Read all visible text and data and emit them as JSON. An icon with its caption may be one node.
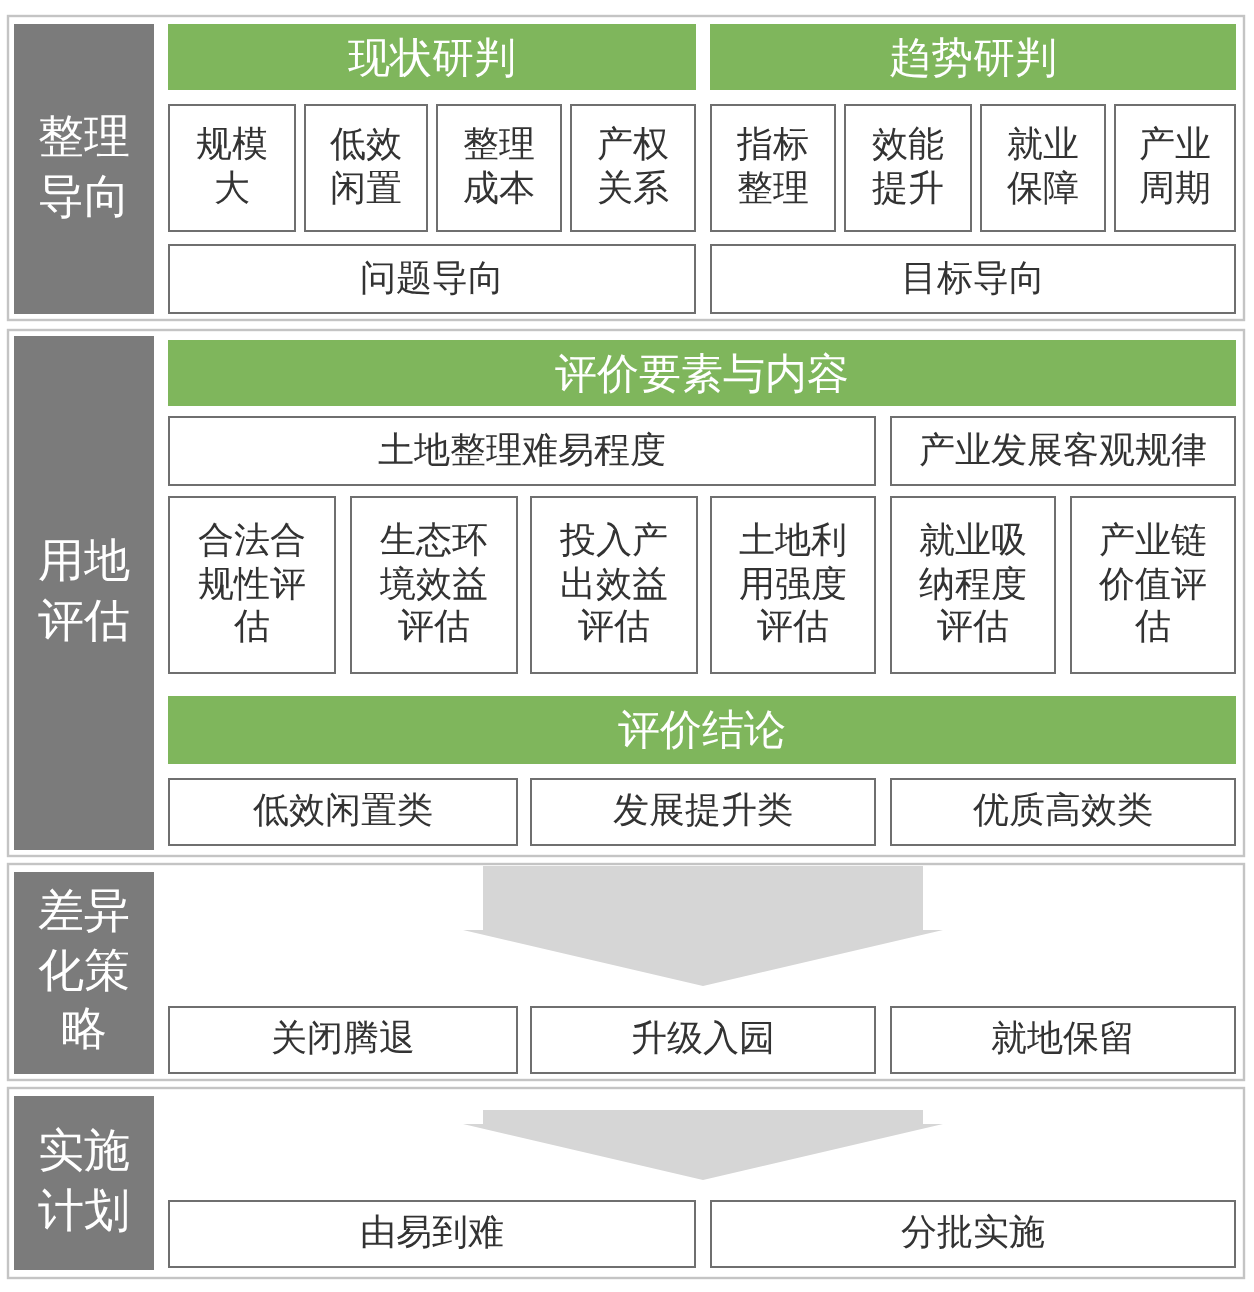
{
  "diagram": {
    "nodes": [
      {
        "text": [
          "整理导向"
        ]
      },
      {
        "text": [
          "现状研判"
        ]
      },
      {
        "text": [
          "规模大"
        ]
      },
      {
        "text": [
          "低效闲置"
        ]
      },
      {
        "text": [
          "整理成本"
        ]
      },
      {
        "text": [
          "产权关系"
        ]
      },
      {
        "text": [
          "问题导向"
        ]
      },
      {
        "text": [
          "趋势研判"
        ]
      },
      {
        "text": [
          "指标整理"
        ]
      },
      {
        "text": [
          "效能提升"
        ]
      },
      {
        "text": [
          "就业保障"
        ]
      },
      {
        "text": [
          "产业周期"
        ]
      },
      {
        "text": [
          "目标导向"
        ]
      },
      {
        "text": [
          "用地评估"
        ]
      },
      {
        "text": [
          "评价要素与内容"
        ]
      },
      {
        "text": [
          "土地整理难易程度"
        ]
      },
      {
        "text": [
          "产业发展客观规律"
        ]
      },
      {
        "text": [
          "合法合规性评估"
        ]
      },
      {
        "text": [
          "生态环境效益评估"
        ]
      },
      {
        "text": [
          "投入产出效益评估"
        ]
      },
      {
        "text": [
          "土地利用强度评估"
        ]
      },
      {
        "text": [
          "就业吸纳程度评估"
        ]
      },
      {
        "text": [
          "产业链价值评估"
        ]
      },
      {
        "text": [
          "评价结论"
        ]
      },
      {
        "text": [
          "低效闲置类"
        ]
      },
      {
        "text": [
          "发展提升类"
        ]
      },
      {
        "text": [
          "优质高效类"
        ]
      },
      {
        "text": [
          "差异化策略"
        ]
      },
      {
        "text": [
          "关闭腾退"
        ]
      },
      {
        "text": [
          "升级入园"
        ]
      },
      {
        "text": [
          "就地保留"
        ]
      },
      {
        "text": [
          "实施计划"
        ]
      },
      {
        "text": [
          "由易到难"
        ]
      },
      {
        "text": [
          "分批实施"
        ]
      }
    ],
    "edges": [
      {
        "from": 25,
        "to": 29,
        "arrow": "to"
      },
      {
        "from": 29,
        "to": 32,
        "arrow": "to"
      },
      {
        "from": 29,
        "to": 33,
        "arrow": "to"
      }
    ]
  }
}
